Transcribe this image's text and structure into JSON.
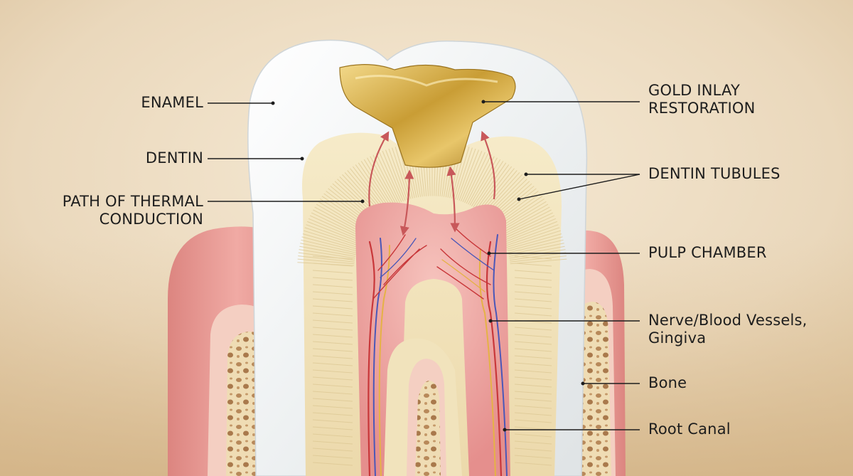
{
  "labels": {
    "enamel": {
      "lines": [
        "ENAMEL"
      ]
    },
    "dentin": {
      "lines": [
        "DENTIN"
      ]
    },
    "thermal": {
      "lines": [
        "PATH OF THERMAL",
        "CONDUCTION"
      ]
    },
    "gold": {
      "lines": [
        "GOLD INLAY",
        "RESTORATION"
      ]
    },
    "tubules": {
      "lines": [
        "DENTIN TUBULES"
      ]
    },
    "pulp": {
      "lines": [
        "PULP CHAMBER"
      ]
    },
    "nerve": {
      "lines": [
        "Nerve/Blood Vessels,",
        "Gingiva"
      ]
    },
    "bone": {
      "lines": [
        "Bone"
      ]
    },
    "canal": {
      "lines": [
        "Root Canal"
      ]
    }
  },
  "colors": {
    "background": "#ead9bf",
    "enamel": "#f7f8f8",
    "dentin": "#f1e3bc",
    "pulp": "#eea6a4",
    "gingiva": "#e79a95",
    "bone": "#ead5ab",
    "gold": "#d4b04c",
    "arrow": "#c8585a",
    "artery": "#c8373a",
    "vein": "#4a57b8",
    "nerve": "#e5b245"
  }
}
